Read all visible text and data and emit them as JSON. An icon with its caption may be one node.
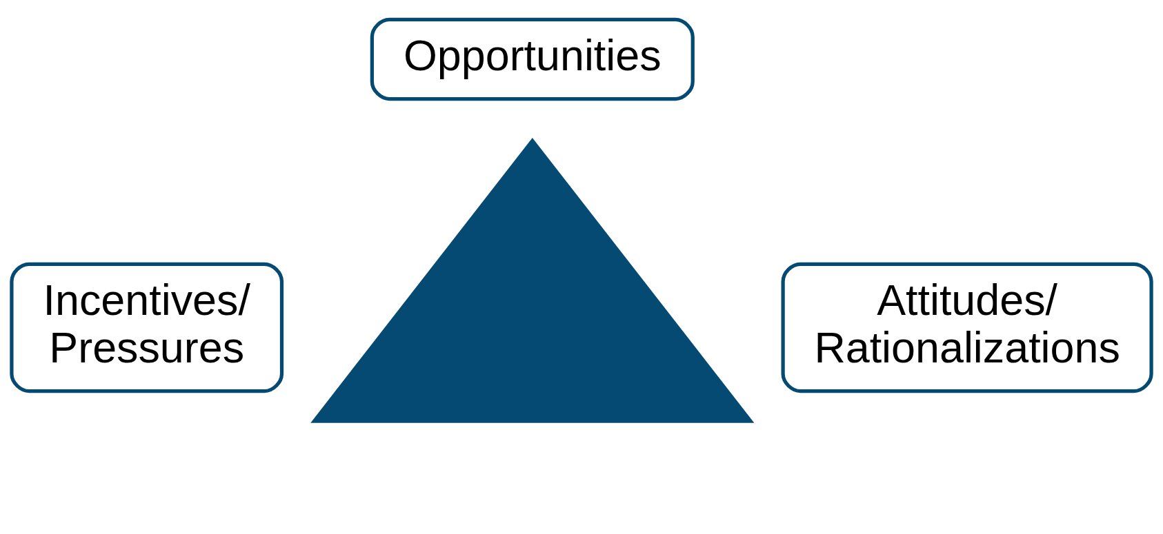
{
  "diagram": {
    "nodes": [
      {
        "text": [
          "Opportunities"
        ]
      },
      {
        "text": [],
        "shape": "triangle"
      },
      {
        "text": [
          "Incentives/ Pressures"
        ]
      },
      {
        "text": [
          "Attitudes/ Rationalizations"
        ]
      }
    ]
  }
}
